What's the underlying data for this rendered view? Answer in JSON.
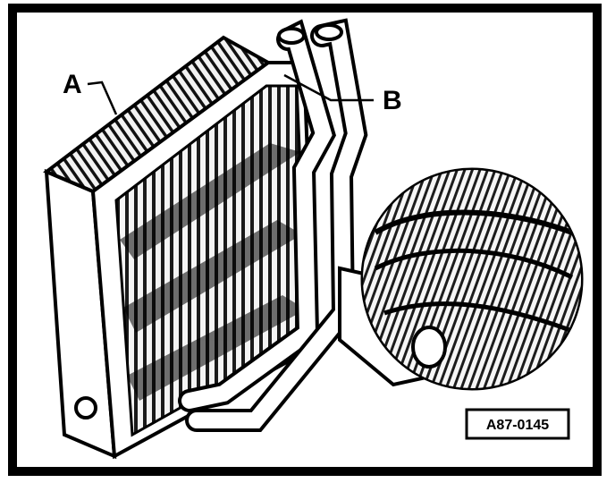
{
  "figure": {
    "callouts": {
      "a": "A",
      "b": "B"
    },
    "reference_code": "A87-0145"
  }
}
